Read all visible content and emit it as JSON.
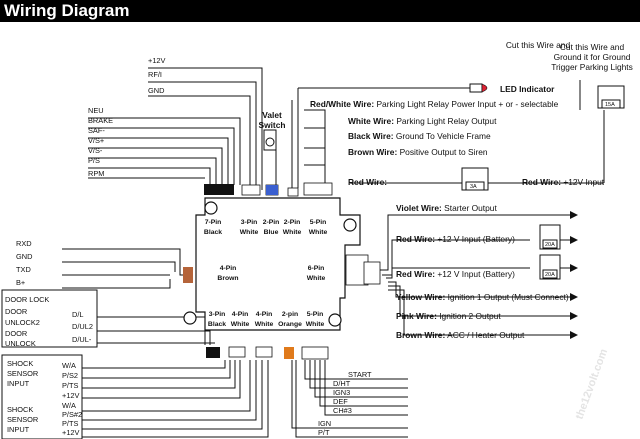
{
  "header": {
    "title": "Wiring Diagram"
  },
  "top_wires": [
    "+12V",
    "RF/I",
    "GND"
  ],
  "left_wires": [
    "NEU",
    "BRAKE",
    "SAF-",
    "V/S+",
    "V/S-",
    "P/S",
    "RPM"
  ],
  "valet_switch": {
    "label": "Valet Switch"
  },
  "led_indicator": {
    "label": "LED Indicator"
  },
  "parking_note": {
    "lines": [
      "Cut this Wire and",
      "Ground it for Ground",
      "Trigger Parking Lights"
    ]
  },
  "relay_wires": [
    {
      "name": "Red/White Wire:",
      "desc": " Parking Light Relay Power Input + or - selectable"
    },
    {
      "name": "White Wire:",
      "desc": " Parking Light Relay Output"
    },
    {
      "name": "Black Wire:",
      "desc": " Ground To Vehicle Frame"
    },
    {
      "name": "Brown Wire:",
      "desc": " Positive Output to Siren"
    },
    {
      "name": "Red Wire:",
      "desc": ""
    }
  ],
  "red_12v_input": {
    "name": "Red Wire:",
    "desc": " +12V Input"
  },
  "module_connectors_top": [
    {
      "pins": "7-Pin",
      "color": "Black"
    },
    {
      "pins": "3-Pin",
      "color": "White"
    },
    {
      "pins": "2-Pin",
      "color": "Blue"
    },
    {
      "pins": "2-Pin",
      "color": "White"
    },
    {
      "pins": "5-Pin",
      "color": "White"
    }
  ],
  "module_connectors_mid": [
    {
      "pins": "4-Pin",
      "color": "Brown"
    },
    {
      "pins": "6-Pin",
      "color": "White"
    }
  ],
  "module_connectors_bottom": [
    {
      "pins": "3-Pin",
      "color": "Black"
    },
    {
      "pins": "4-Pin",
      "color": "White"
    },
    {
      "pins": "4-Pin",
      "color": "White"
    },
    {
      "pins": "2-pin",
      "color": "Orange"
    },
    {
      "pins": "5-Pin",
      "color": "White"
    }
  ],
  "right_outputs": [
    {
      "name": "Violet Wire:",
      "desc": " Starter Output"
    },
    {
      "name": "Red Wire:",
      "desc": " +12 V Input (Battery)"
    },
    {
      "name": "Red Wire:",
      "desc": " +12 V Input (Battery)"
    },
    {
      "name": "Yellow Wire:",
      "desc": " Ignition 1 Output (Must Connect)"
    },
    {
      "name": "Pink Wire:",
      "desc": " Ignition 2 Output"
    },
    {
      "name": "Brown Wire:",
      "desc": " ACC / Heater Output"
    }
  ],
  "fuses": {
    "relay": "3A",
    "parking": "15A",
    "battery1": "20A",
    "battery2": "20A"
  },
  "serial_wires": [
    "RXD",
    "GND",
    "TXD",
    "B+"
  ],
  "door_box": {
    "rows": [
      {
        "left": "DOOR LOCK",
        "right": ""
      },
      {
        "left": "DOOR",
        "right": "D/L"
      },
      {
        "left": "UNLOCK2",
        "right": "D/UL2"
      },
      {
        "left": "DOOR",
        "right": ""
      },
      {
        "left": "UNLOCK",
        "right": "D/UL-"
      }
    ]
  },
  "shock1": {
    "label": [
      "SHOCK",
      "SENSOR",
      "INPUT"
    ],
    "pins": [
      "W/A",
      "P/S2",
      "P/TS",
      "+12V"
    ]
  },
  "shock2": {
    "label": [
      "SHOCK",
      "SENSOR",
      "INPUT"
    ],
    "pins": [
      "W/A",
      "P/S#2",
      "P/TS",
      "+12V"
    ]
  },
  "bottom_right_wires": [
    "START",
    "D/HT",
    "IGN3",
    "DEF",
    "CH#3",
    "IGN",
    "P/T"
  ],
  "watermark": "the12volt.com"
}
